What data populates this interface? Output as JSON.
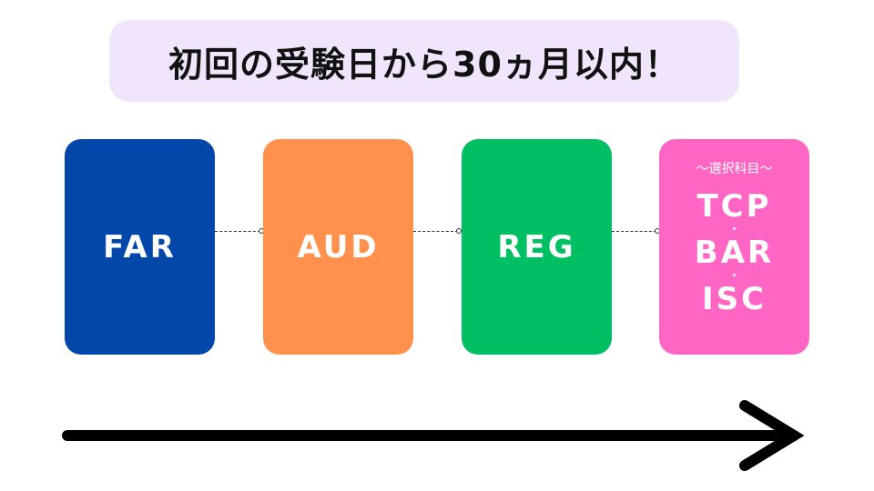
{
  "title": "初回の受験日から30ヵ月以内！",
  "cards": {
    "far": {
      "label": "FAR",
      "color": "#0347ab"
    },
    "aud": {
      "label": "AUD",
      "color": "#ff914d"
    },
    "reg": {
      "label": "REG",
      "color": "#01bf63"
    },
    "elective": {
      "header": "〜選択科目〜",
      "items": [
        "TCP",
        "BAR",
        "ISC"
      ],
      "color": "#ff66c4"
    }
  },
  "timeline": {
    "icon": "right-arrow-icon"
  }
}
